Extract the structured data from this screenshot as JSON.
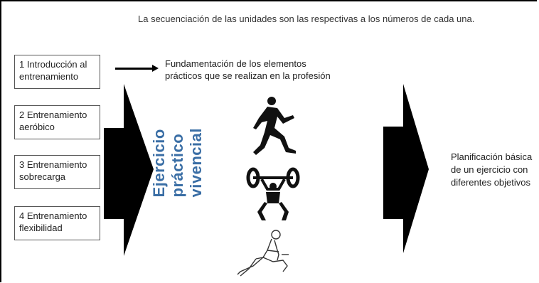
{
  "header": {
    "note": "La secuenciación de las unidades son las respectivas a los números de cada una."
  },
  "units": [
    {
      "line1": "1 Introducción al",
      "line2": "entrenamiento"
    },
    {
      "line1": "2 Entrenamiento",
      "line2": "aeróbico"
    },
    {
      "line1": "3 Entrenamiento",
      "line2": "sobrecarga"
    },
    {
      "line1": "4 Entrenamiento",
      "line2": "flexibilidad"
    }
  ],
  "description": {
    "line1": "Fundamentación de los elementos",
    "line2": "prácticos que se realizan en la profesión"
  },
  "center_title": {
    "word1": "Ejercicio",
    "word2": "práctico",
    "word3": "vivencial"
  },
  "icons": [
    "runner-icon",
    "weightlifter-icon",
    "stretching-icon"
  ],
  "result": {
    "line1": "Planificación básica",
    "line2": "de un ejercicio con",
    "line3": "diferentes objetivos"
  },
  "colors": {
    "title_blue": "#3a6ea5",
    "arrow_black": "#000000"
  }
}
